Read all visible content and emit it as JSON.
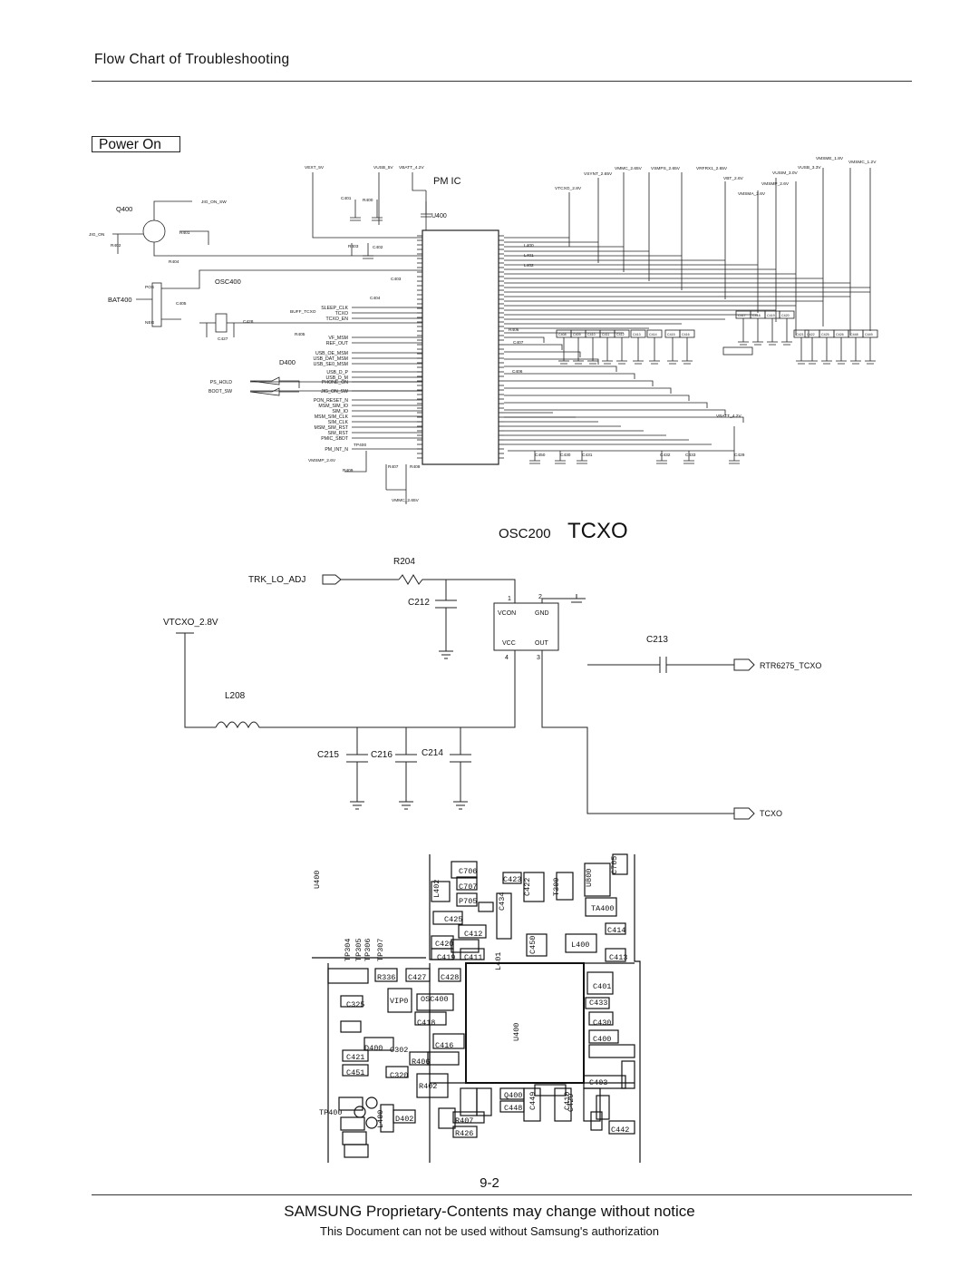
{
  "header": {
    "title": "Flow  Chart  of  Troubleshooting"
  },
  "section": {
    "label": "Power  On"
  },
  "pmic": {
    "title": "PM IC",
    "ref": "U400",
    "top_rails": [
      "VEXT_5V",
      "VUSB_5V",
      "VBATT_4.2V",
      "VTCXO_2.8V",
      "VSYNT_2.65V",
      "VMMC_2.65V",
      "VSMPS_2.65V",
      "VRFRX1_2.65V",
      "VBT_2.6V",
      "VUSIM_3.0V",
      "VUSB_3.3V",
      "VMSME_1.8V",
      "VMSMC_1.2V",
      "VMSMP_2.6V",
      "VMSMA_2.6V"
    ],
    "parts": [
      "Q400",
      "JIG_ON_SW",
      "JIG_ON",
      "R402",
      "R401",
      "R404",
      "BAT400",
      "C405",
      "POS",
      "NEG",
      "OSC400",
      "C427",
      "C428",
      "BUFF_TCXO",
      "R405",
      "C401",
      "R400",
      "R403",
      "C402",
      "C403",
      "C404",
      "C406",
      "L400",
      "L401",
      "L402",
      "R406",
      "C407",
      "D400",
      "VBATT_4.2V",
      "TP400",
      "VMSMP_2.6V",
      "R409",
      "R407",
      "R408",
      "VMMC_2.65V"
    ],
    "left_signals": [
      "SLEEP_CLK",
      "TCXO",
      "TCXO_EN",
      "VF_MSM",
      "REF_OUT",
      "USB_OE_MSM",
      "USB_DAT_MSM",
      "USB_SE0_MSM",
      "USB_D_P",
      "USB_D_M",
      "PHONE_ON",
      "JIG_ON_SW",
      "PS_HOLD",
      "BOOT_SW",
      "PON_RESET_N",
      "MSM_SIM_IO",
      "SIM_IO",
      "MSM_SIM_CLK",
      "SIM_CLK",
      "MSM_SIM_RST",
      "SIM_RST",
      "PMIC_SBDT",
      "PM_INT_N"
    ],
    "bottom_caps": [
      "C450",
      "C430",
      "C431",
      "C432",
      "C433",
      "C429"
    ],
    "right_caps": [
      "C408",
      "C409",
      "C410",
      "C411",
      "C412",
      "C413",
      "C414",
      "C415",
      "C416",
      "C417",
      "C418",
      "C419",
      "C420",
      "C421",
      "C422",
      "C425",
      "C426",
      "C448",
      "C449"
    ]
  },
  "tcxo": {
    "ref": "OSC200",
    "title": "TCXO",
    "resistor": "R204",
    "input_net": "TRK_LO_ADJ",
    "cap_ctrl": "C212",
    "supply": "VTCXO_2.8V",
    "inductor": "L208",
    "caps": [
      "C215",
      "C216",
      "C214"
    ],
    "cap_out": "C213",
    "out_net1": "RTR6275_TCXO",
    "out_net2": "TCXO",
    "pins": {
      "p1": "1",
      "p2": "2",
      "p3": "3",
      "p4": "4",
      "vcon": "VCON",
      "gnd": "GND",
      "vcc": "VCC",
      "out": "OUT"
    }
  },
  "pcb": {
    "labels": [
      "U400",
      "C706",
      "C423",
      "C422",
      "T300",
      "U800",
      "C705",
      "C707",
      "P705",
      "L402",
      "C434",
      "TA400",
      "C425",
      "C412",
      "C420",
      "C414",
      "C419",
      "C411",
      "L401",
      "C450",
      "L400",
      "C413",
      "TP304",
      "TP305",
      "TP306",
      "TP307",
      "R336",
      "C427",
      "C428",
      "VIP0",
      "OSC400",
      "C401",
      "C433",
      "C325",
      "C418",
      "U400",
      "C430",
      "D400",
      "C416",
      "C400",
      "C421",
      "C302",
      "R406",
      "C451",
      "C320",
      "R402",
      "Q400",
      "C448",
      "C449",
      "C410",
      "C403",
      "C429",
      "TP400",
      "L400",
      "D402",
      "R407",
      "R426",
      "C442"
    ]
  },
  "footer": {
    "page_number": "9-2",
    "main": "SAMSUNG Proprietary-Contents may change without notice",
    "sub": "This  Document  can  not  be  used  without  Samsung's  authorization"
  }
}
